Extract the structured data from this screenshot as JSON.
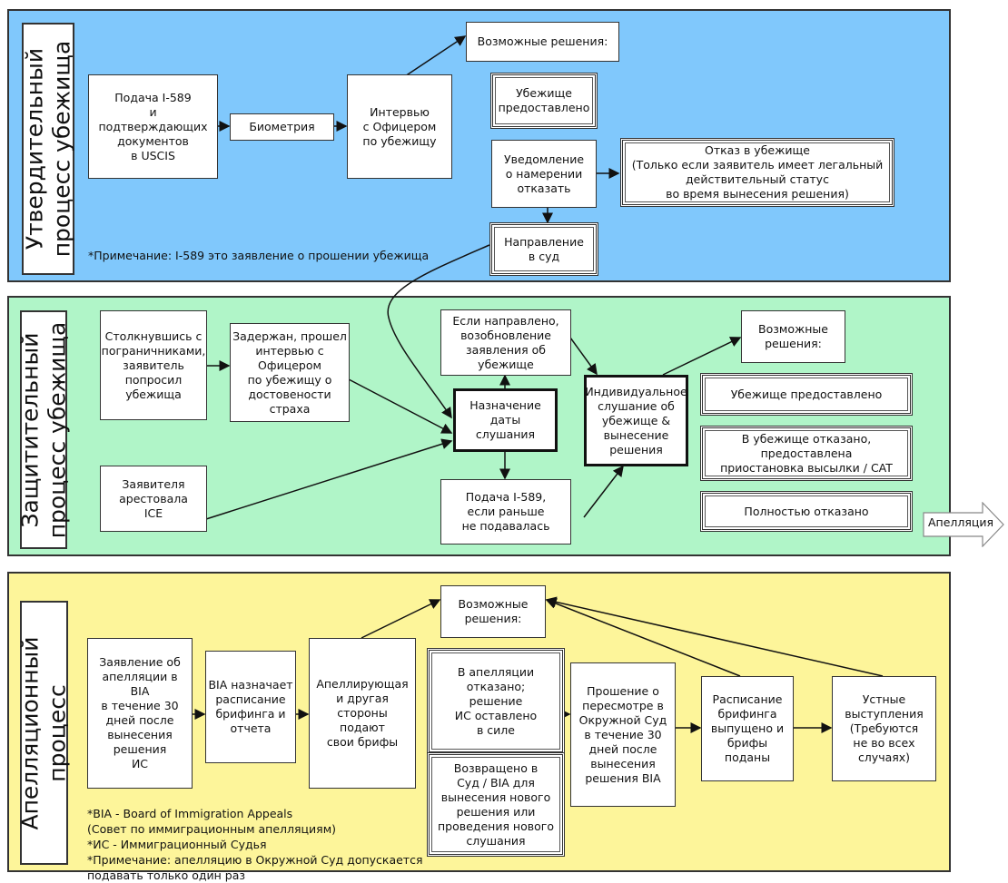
{
  "colors": {
    "affirmative": "#80c8fc",
    "defensive": "#b0f5c8",
    "appeal": "#fdf59a"
  },
  "affirmative": {
    "title": "Утвердительный\nпроцесс убежища",
    "filing": "Подача I-589\nи\nподтверждающих\nдокументов\nв USCIS",
    "biometrics": "Биометрия",
    "interview": "Интервью\nс Офицером\nпо убежищу",
    "possible": "Возможные решения:",
    "granted": "Убежище\nпредоставлено",
    "notice": "Уведомление\nо намерении\nотказать",
    "denial": "Отказ в убежище\n(Только если заявитель имеет легальный\nдействительный статус\nво время вынесения решения)",
    "referral": "Направление\nв суд",
    "note": "*Примечание: I-589 это заявление о прошении убежища"
  },
  "defensive": {
    "title": "Защитительный\nпроцесс убежища",
    "border": "Столкнувшись с\nпограничниками,\nзаявитель\nпопросил\nубежища",
    "detained": "Задержан, прошел\nинтервью с\nОфицером\nпо убежищу о\nдостовености\nстраха",
    "ice": "Заявителя\nарестовала\nICE",
    "renewal": "Если направлено,\nвозобновление\nзаявления об\nубежище",
    "scheduling": "Назначение\nдаты\nслушания",
    "filing": "Подача I-589,\nесли раньше\nне подавалась",
    "hearing": "Индивидуальное\nслушание об\nубежище &\nвынесение\nрешения",
    "possible": "Возможные\nрешения:",
    "granted": "Убежище предоставлено",
    "withholding": "В убежище отказано,\nпредоставлена\nприостановка высылки / CAT",
    "denied": "Полностью отказано",
    "appeal_arrow": "Апелляция"
  },
  "appeal": {
    "title": "Апелляционный\nпроцесс",
    "notice": "Заявление об\nапелляции в\nBIA\nв течение 30\nдней после\nвынесения\nрешения\nИС",
    "schedule": "BIA назначает\nрасписание\nбрифинга и\nотчета",
    "briefs": "Апеллирующая\nи другая\nстороны\nподают\nсвои брифы",
    "possible": "Возможные\nрешения:",
    "dismissed": "В апелляции\nотказано;\nрешение\nИС оставлено\nв силе",
    "remanded": "Возвращено в\nСуд / BIA для\nвынесения нового\nрешения или\nпроведения нового\nслушания",
    "petition": "Прошение о\nпересмотре в\nОкружной Суд\nв течение 30\nдней после\nвынесения\nрешения BIA",
    "briefing": "Расписание\nбрифинга\nвыпущено и\nбрифы\nподаны",
    "oral": "Устные\nвыступления\n(Требуются\nне во всех\nслучаях)",
    "notes": "*BIA - Board of Immigration Appeals\n(Совет по иммиграционным апелляциям)\n*ИС - Иммиграционный Судья\n*Примечание: апелляцию в Окружной Суд допускается\n   подавать только один раз"
  }
}
